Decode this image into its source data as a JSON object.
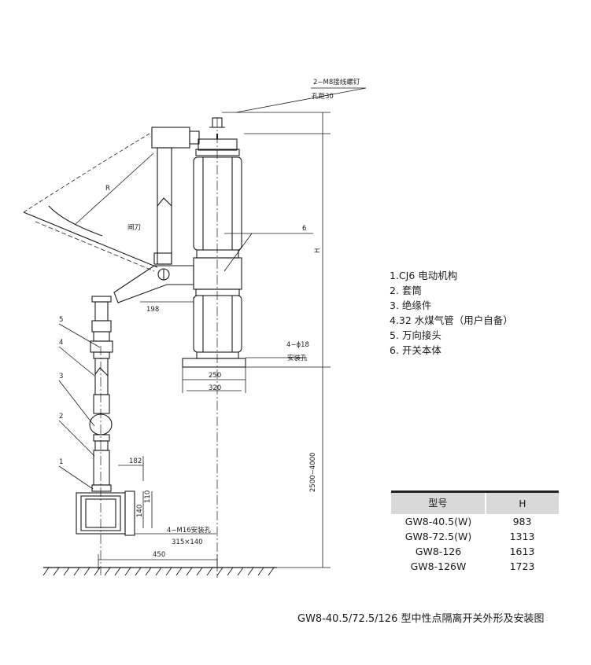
{
  "drawing": {
    "labels": {
      "bolt": "2−M8接线螺钉",
      "hole_pitch": "孔距30",
      "radius": "R",
      "blade": "闸刀",
      "part6": "6",
      "height": "H",
      "hole_18": "4−ϕ18",
      "mount_hole": "安装孔",
      "dim_198": "198",
      "dim_250": "250",
      "dim_320": "320",
      "part5": "5",
      "part4": "4",
      "part3": "3",
      "part2": "2",
      "part1": "1",
      "dim_182": "182",
      "dim_110": "110",
      "dim_140": "140",
      "m16": "4−M16安装孔",
      "dim_315x140": "315×140",
      "dim_450": "450",
      "dim_2500_4000": "2500−4000"
    }
  },
  "parts_list": [
    "1.CJ6 电动机构",
    "2. 套筒",
    "3. 绝缘件",
    "4.32 水煤气管（用户自备）",
    "5. 万向接头",
    "6. 开关本体"
  ],
  "table": {
    "headers": [
      "型号",
      "H"
    ],
    "rows": [
      {
        "model": "GW8-40.5(W)",
        "h": "983"
      },
      {
        "model": "GW8-72.5(W)",
        "h": "1313"
      },
      {
        "model": "GW8-126",
        "h": "1613"
      },
      {
        "model": "GW8-126W",
        "h": "1723"
      }
    ]
  },
  "caption": "GW8-40.5/72.5/126 型中性点隔离开关外形及安装图"
}
